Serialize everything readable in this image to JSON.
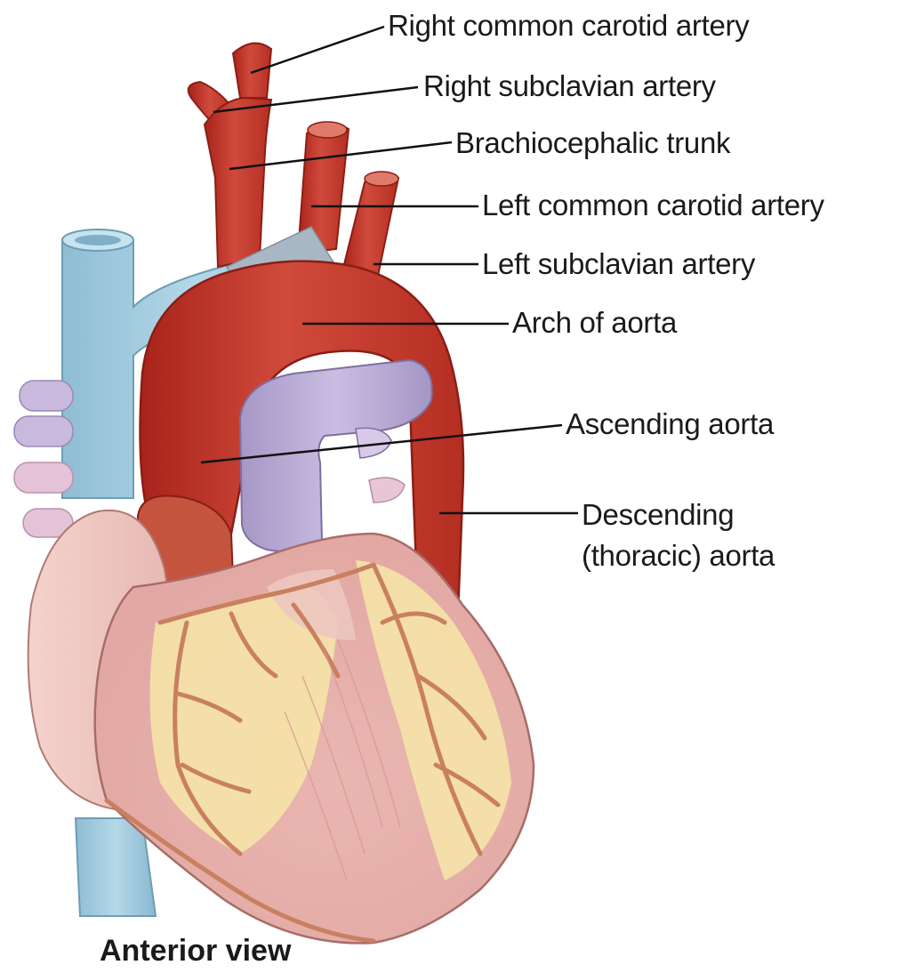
{
  "labels": {
    "right_common_carotid": "Right common carotid artery",
    "right_subclavian": "Right subclavian artery",
    "brachiocephalic_trunk": "Brachiocephalic trunk",
    "left_common_carotid": "Left common carotid artery",
    "left_subclavian": "Left subclavian artery",
    "arch_of_aorta": "Arch of aorta",
    "ascending_aorta": "Ascending aorta",
    "descending_aorta_line1": "Descending",
    "descending_aorta_line2": "(thoracic) aorta"
  },
  "caption": "Anterior view",
  "colors": {
    "aorta_red": "#c0392b",
    "vein_blue": "#9cc8dc",
    "pulmonary_lavender": "#b8a8d4",
    "heart_pink": "#e8b4b0",
    "fat_yellow": "#f5e3a8",
    "coronary_vessel": "#c88060"
  }
}
